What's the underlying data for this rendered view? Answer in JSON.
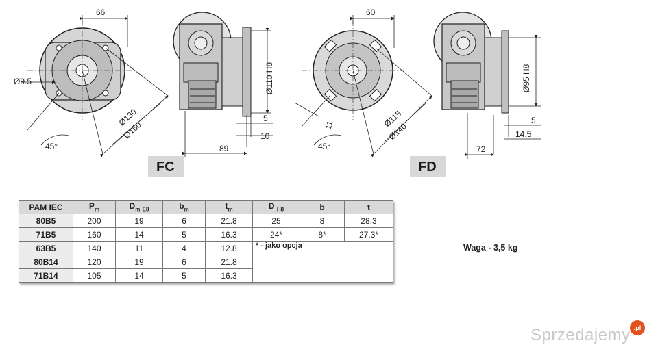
{
  "fc": {
    "label": "FC",
    "dims": {
      "top_width": "66",
      "hole": "Ø9.5",
      "bolt_circle": "Ø130",
      "outer": "Ø160",
      "angle": "45°",
      "pilot": "Ø110 H8",
      "d5": "5",
      "d10": "10",
      "d89": "89"
    }
  },
  "fd": {
    "label": "FD",
    "dims": {
      "top_width": "60",
      "slot": "11",
      "bolt_circle": "Ø115",
      "outer": "Ø140",
      "angle": "45°",
      "pilot": "Ø95 H8",
      "d5": "5",
      "d145": "14.5",
      "d72": "72"
    }
  },
  "table": {
    "headers": {
      "pam": "PAM IEC",
      "pm": "P",
      "pm_sub": "m",
      "dm": "D",
      "dm_sub": "m",
      "dm_tol": "E8",
      "bm": "b",
      "bm_sub": "m",
      "tm": "t",
      "tm_sub": "m",
      "d": "D",
      "d_tol": "H8",
      "b": "b",
      "t": "t"
    },
    "rows": [
      [
        "80B5",
        "200",
        "19",
        "6",
        "21.8",
        "25",
        "8",
        "28.3"
      ],
      [
        "71B5",
        "160",
        "14",
        "5",
        "16.3",
        "24*",
        "8*",
        "27.3*"
      ],
      [
        "63B5",
        "140",
        "11",
        "4",
        "12.8"
      ],
      [
        "80B14",
        "120",
        "19",
        "6",
        "21.8"
      ],
      [
        "71B14",
        "105",
        "14",
        "5",
        "16.3"
      ]
    ],
    "note": "* - jako opcja"
  },
  "weight": "Waga - 3,5 kg",
  "watermark": "Sprzedajemy",
  "watermark_badge": ".pl"
}
